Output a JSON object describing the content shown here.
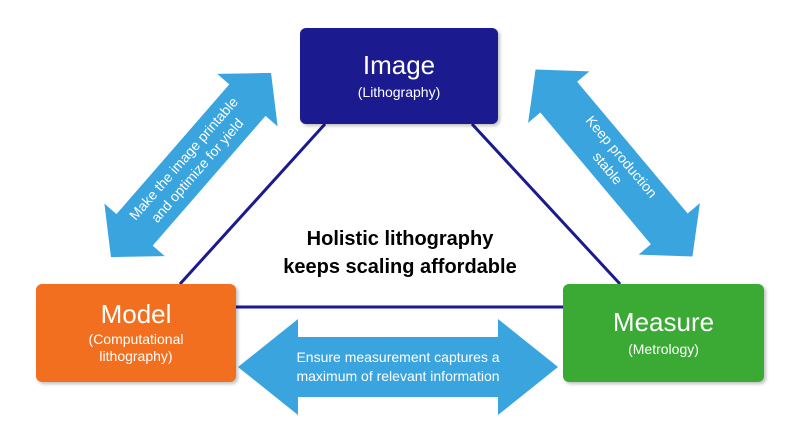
{
  "colors": {
    "image_box": "#1b1a8f",
    "model_box": "#f26f1f",
    "measure_box": "#3aaa35",
    "arrow": "#3aa4de",
    "line": "#1b1a8f"
  },
  "boxes": {
    "image": {
      "title": "Image",
      "subtitle": "(Lithography)"
    },
    "model": {
      "title": "Model",
      "subtitle_line1": "(Computational",
      "subtitle_line2": "lithography)"
    },
    "measure": {
      "title": "Measure",
      "subtitle": "(Metrology)"
    }
  },
  "center": {
    "line1": "Holistic lithography",
    "line2": "keeps scaling affordable"
  },
  "arrows": {
    "left": {
      "line1": "Make the image printable",
      "line2": "and optimize for yield"
    },
    "right": {
      "line1": "Keep production",
      "line2": "stable"
    },
    "bottom": {
      "line1": "Ensure measurement captures a",
      "line2": "maximum of relevant information"
    }
  }
}
